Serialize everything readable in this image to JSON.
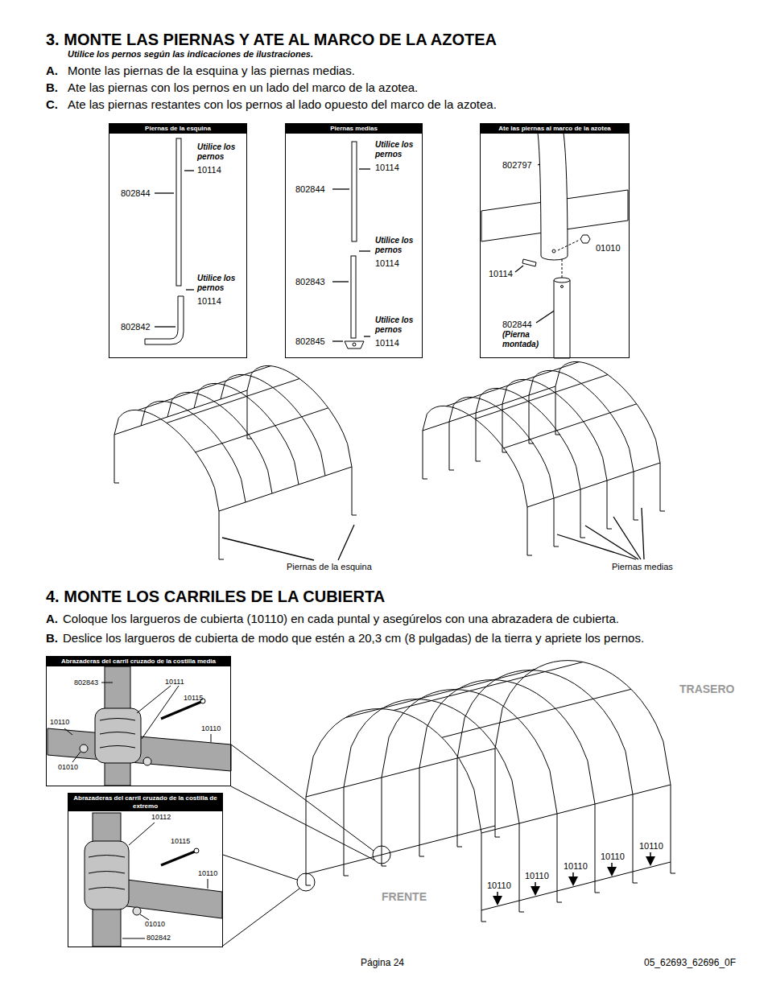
{
  "diagram": {
    "title": "3. MONTE LAS PIERNAS Y ATE AL MARCO DE LA AZOTEA",
    "nodes": [
      {
        "text": [
          "Piernas de la esquina"
        ]
      },
      {
        "text": [
          "Piernas medias"
        ]
      },
      {
        "text": [
          "Ate las piernas al marco de la azotea"
        ]
      },
      {
        "text": [
          "Abrazaderas del carril cruzado de la costilla media"
        ]
      },
      {
        "text": [
          "Abrazaderas del carril cruzado de la costilla de extremo"
        ]
      }
    ],
    "labels": [
      "Utilice los pernos según las indicaciones de ilustraciones.",
      "A.",
      "Monte las piernas de la esquina y las piernas medias.",
      "B.",
      "Ate las piernas con los pernos en un lado del marco de la azotea.",
      "C.",
      "Ate las piernas restantes con los pernos al lado opuesto del marco de la azotea.",
      "Utilice los pernos",
      "10114",
      "802844",
      "Utilice los pernos",
      "10114",
      "802842",
      "Utilice los pernos",
      "10114",
      "802844",
      "Utilice los pernos",
      "10114",
      "802843",
      "Utilice los pernos",
      "10114",
      "802845",
      "802797",
      "01010",
      "10114",
      "802844",
      "(Pierna montada)",
      "Piernas de la esquina",
      "Piernas medias",
      "4. MONTE LOS CARRILES DE LA CUBIERTA",
      "A.",
      "Coloque los largueros de cubierta (10110) en cada puntal y asegúrelos con una abrazadera de cubierta.",
      "B.",
      "Deslice los largueros de cubierta de modo que estén a 20,3 cm (8 pulgadas) de la tierra y apriete los pernos.",
      "802843",
      "10111",
      "10115",
      "10110",
      "10110",
      "01010",
      "10112",
      "10115",
      "10110",
      "01010",
      "802842",
      "TRASERO",
      "FRENTE",
      "10110",
      "10110",
      "10110",
      "10110",
      "10110",
      "Página 24",
      "05_62693_62696_0F"
    ]
  }
}
